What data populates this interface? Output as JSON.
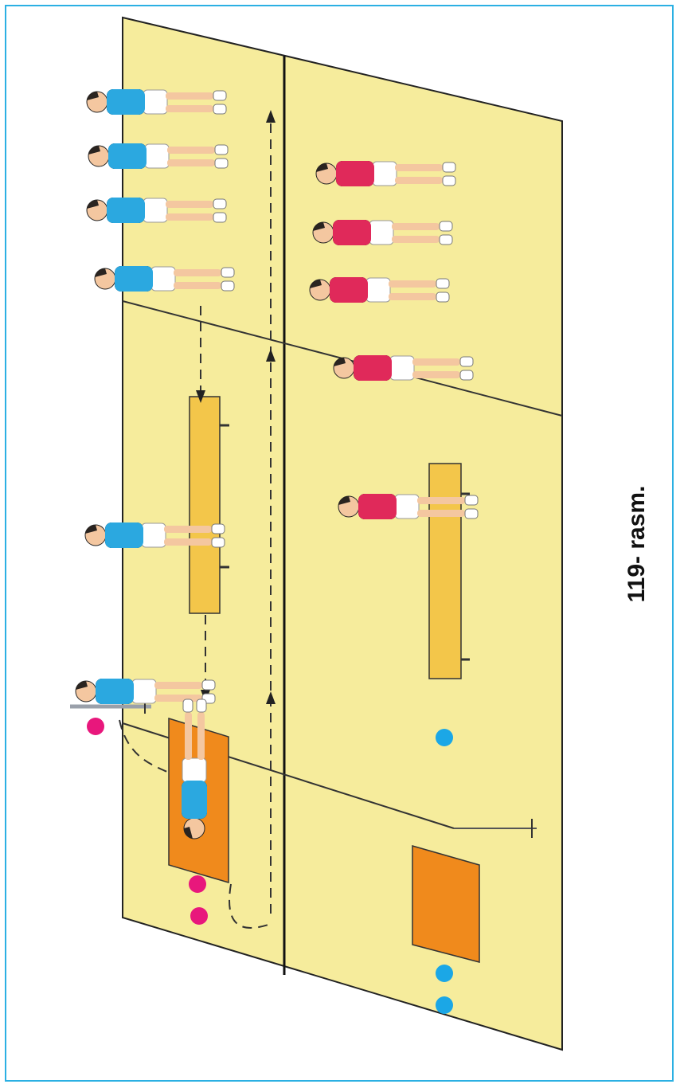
{
  "figure": {
    "caption": "119- rasm.",
    "border_color": "#2bb0e3",
    "colors": {
      "floor": "#f6ec9c",
      "bench": "#f3c64a",
      "mat": "#f08a1c",
      "team_a_shirt": "#2ba8e0",
      "team_b_shirt": "#e0295a",
      "team_a_marker": "#e8177c",
      "team_b_marker": "#1ba7e6"
    },
    "lanes": [
      {
        "team": "blue",
        "players_in_line": 4,
        "markers": 3,
        "icon": "runner-figure"
      },
      {
        "team": "red",
        "players_in_line": 4,
        "markers": 3,
        "icon": "runner-figure"
      }
    ]
  }
}
